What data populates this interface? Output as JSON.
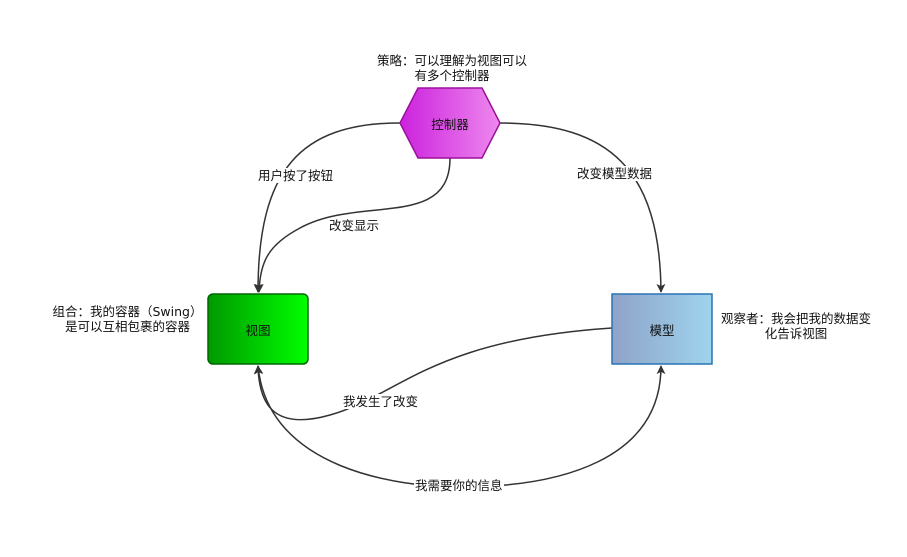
{
  "nodes": {
    "controller": {
      "label": "控制器",
      "note_line1": "策略：可以理解为视图可以",
      "note_line2": "有多个控制器"
    },
    "view": {
      "label": "视图",
      "note_line1": "组合：我的容器（Swing）",
      "note_line2": "是可以互相包裹的容器"
    },
    "model": {
      "label": "模型",
      "note_line1": "观察者：我会把我的数据变",
      "note_line2": "化告诉视图"
    }
  },
  "edges": {
    "user_pressed_button": "用户按了按钮",
    "change_display": "改变显示",
    "change_model_data": "改变模型数据",
    "i_changed": "我发生了改变",
    "i_need_your_info": "我需要你的信息"
  },
  "colors": {
    "controller_fill_start": "#cc22dd",
    "controller_fill_end": "#ee88ee",
    "controller_stroke": "#9a109a",
    "view_fill_start": "#009900",
    "view_fill_end": "#00ff00",
    "view_stroke": "#006600",
    "model_fill_start": "#8ea3c8",
    "model_fill_end": "#9fd4ee",
    "model_stroke": "#2a73b5",
    "edge": "#333333"
  }
}
